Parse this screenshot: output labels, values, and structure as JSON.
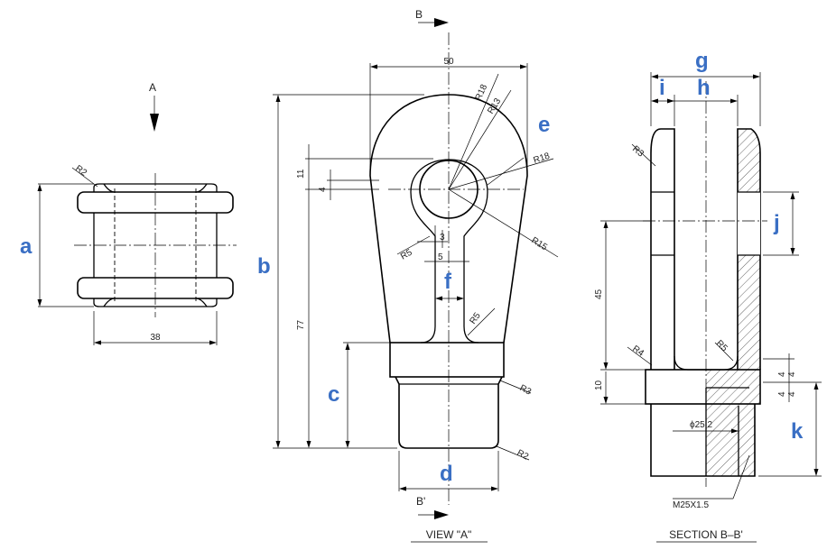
{
  "colors": {
    "line": "#000000",
    "variable_label": "#3a6fc4",
    "background": "#ffffff"
  },
  "view_labels": {
    "view_a": "VIEW \"A\"",
    "section_bb": "SECTION B–B'"
  },
  "markers": {
    "arrow_a": "A",
    "section_b_top": "B",
    "section_b_bottom": "B'"
  },
  "dimensions": {
    "left_width": "38",
    "left_r2": "R2",
    "top_width": "50",
    "r18_outer": "R18",
    "r13": "R13",
    "r18_right": "R18",
    "r15": "R15",
    "v11": "11",
    "v4": "4",
    "r5_left": "R5",
    "d3": "3",
    "d5": "5",
    "r5_neck": "R5",
    "v77": "77",
    "r3_shank": "R3",
    "r2_shank": "R2",
    "sec_r3": "R3",
    "v45": "45",
    "sec_r4": "R4",
    "sec_r5": "R5",
    "v10": "10",
    "v4a": "4",
    "v4b": "4",
    "v4c": "4",
    "v4d": "4",
    "phi25": "ϕ25.2",
    "thread": "M25X1.5"
  },
  "variables": {
    "a": "a",
    "b": "b",
    "c": "c",
    "d": "d",
    "e": "e",
    "f": "f",
    "g": "g",
    "h": "h",
    "i": "i",
    "j": "j",
    "k": "k"
  }
}
